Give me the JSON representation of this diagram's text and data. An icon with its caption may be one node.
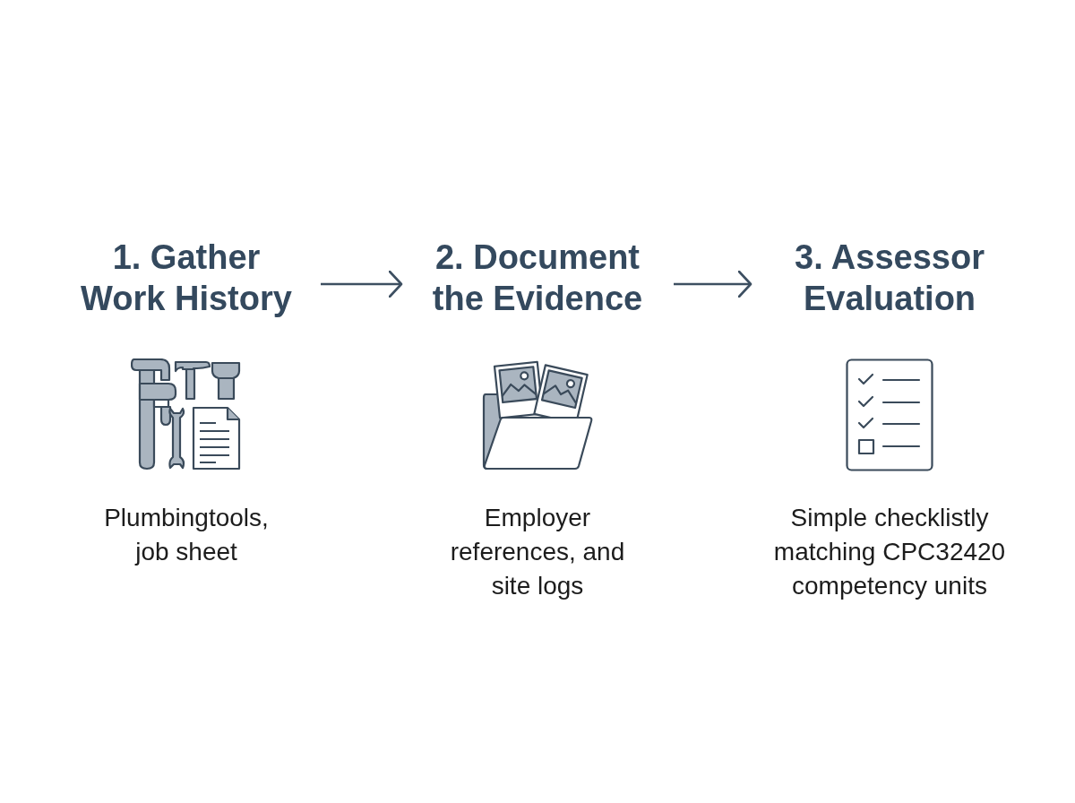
{
  "diagram": {
    "nodes": [
      {
        "text": [
          "1. Gather Work History",
          "Plumbingtools, job sheet"
        ]
      },
      {
        "text": [
          "2. Document the Evidence",
          "Employer references, and site logs"
        ]
      },
      {
        "text": [
          "3. Assessor Evaluation",
          "Simple checklistly matching CPC32420 competency units"
        ]
      }
    ],
    "edges": [
      {
        "from": 0,
        "to": 1,
        "arrow": "to"
      },
      {
        "from": 1,
        "to": 2,
        "arrow": "to"
      }
    ]
  }
}
